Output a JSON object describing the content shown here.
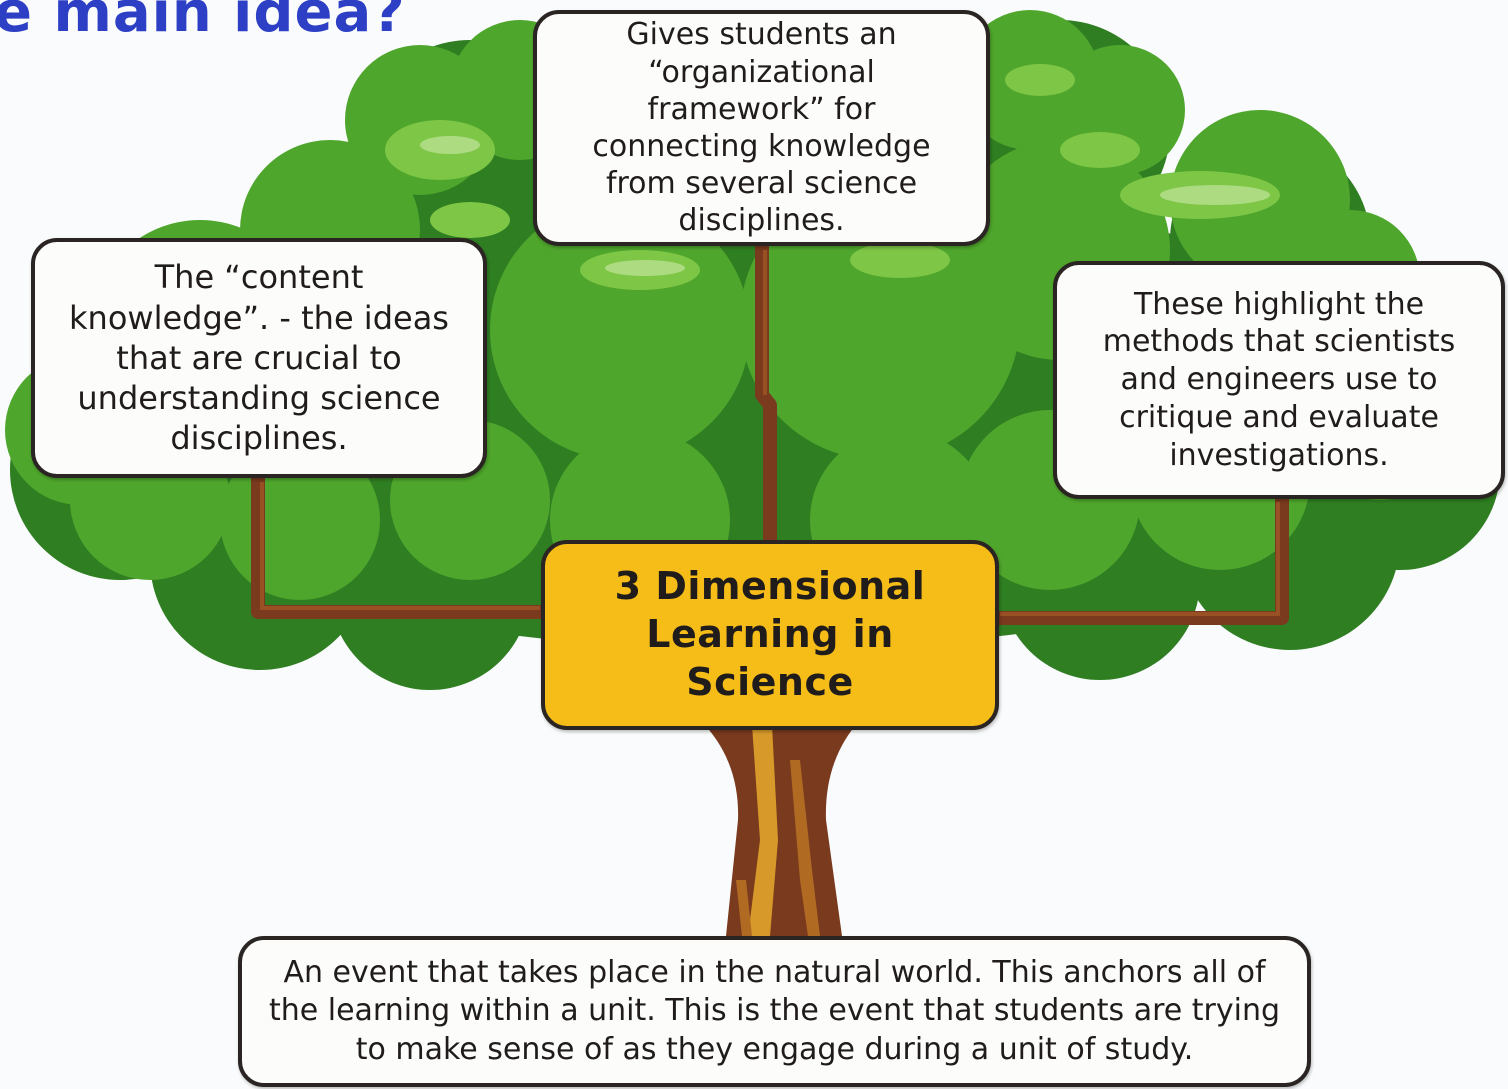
{
  "heading": "e main idea?",
  "center_label": "3 Dimensional Learning in Science",
  "boxes": {
    "top": "Gives students an “organizational framework” for connecting knowledge from several science disciplines.",
    "left": "The “content knowledge”. - the ideas that are crucial to understanding science disciplines.",
    "right": "These highlight the methods that scientists and engineers use to critique and evaluate investigations.",
    "bottom": "An event that takes place in the natural world. This anchors all of the learning within a unit. This is the event that students are trying to make sense of as they engage during a unit of study."
  },
  "colors": {
    "heading": "#2d3fc4",
    "foliage": "#4fa62c",
    "foliage_dark": "#2e7e22",
    "foliage_light": "#7ec646",
    "trunk": "#7a3a1e",
    "trunk_light": "#d79a2a",
    "center_box": "#f6bd18",
    "box_border": "#2a2522"
  }
}
